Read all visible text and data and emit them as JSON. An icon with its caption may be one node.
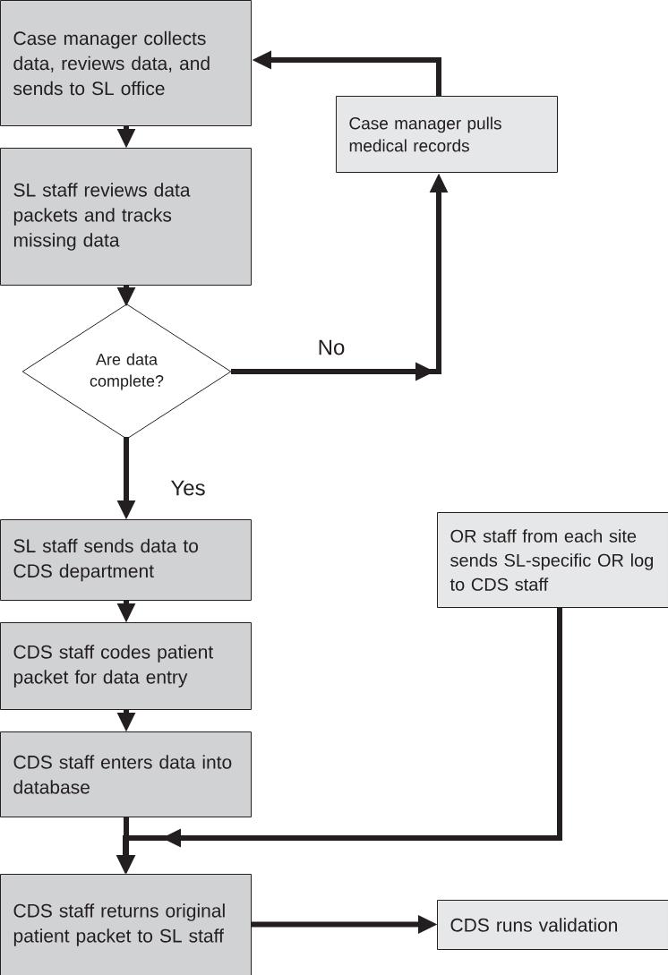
{
  "diagram": {
    "nodes": [
      {
        "text": [
          "Case manager collects data, reviews data, and sends to SL office"
        ]
      },
      {
        "text": [
          "SL staff reviews data packets and tracks missing data"
        ]
      },
      {
        "text": [
          "Are data complete?"
        ]
      },
      {
        "text": [
          "Case manager pulls medical records"
        ]
      },
      {
        "text": [
          "SL staff sends data to CDS department"
        ]
      },
      {
        "text": [
          "CDS staff codes patient packet for data entry"
        ]
      },
      {
        "text": [
          "CDS staff enters data into database"
        ]
      },
      {
        "text": [
          "OR staff from each site sends SL-specific OR log to CDS staff"
        ]
      },
      {
        "text": [
          "CDS staff returns original patient packet to SL staff"
        ]
      },
      {
        "text": [
          "CDS runs validation"
        ]
      }
    ],
    "edges": [
      {
        "from": 0,
        "to": 1,
        "arrow": "to"
      },
      {
        "from": 1,
        "to": 2,
        "arrow": "to"
      },
      {
        "from": 2,
        "to": 3,
        "arrow": "to",
        "label": "No"
      },
      {
        "from": 3,
        "to": 0,
        "arrow": "to"
      },
      {
        "from": 2,
        "to": 4,
        "arrow": "to",
        "label": "Yes"
      },
      {
        "from": 4,
        "to": 5,
        "arrow": "to"
      },
      {
        "from": 5,
        "to": 6,
        "arrow": "to"
      },
      {
        "from": 6,
        "to": 8,
        "arrow": "to"
      },
      {
        "from": 7,
        "to": 8,
        "arrow": "to"
      },
      {
        "from": 8,
        "to": 9,
        "arrow": "to"
      }
    ]
  }
}
